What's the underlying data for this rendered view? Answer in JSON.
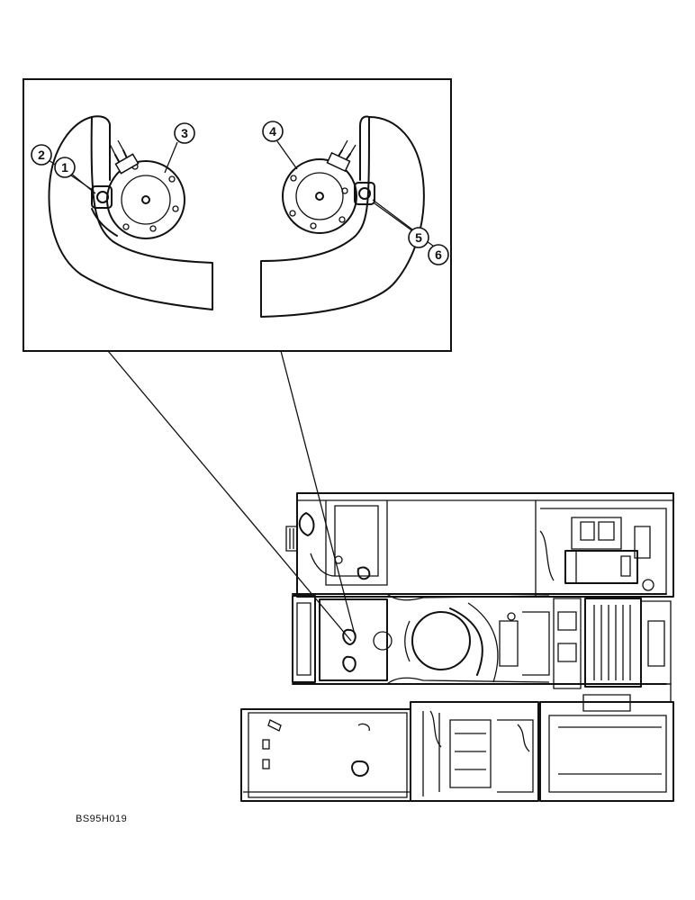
{
  "detail_callouts": [
    {
      "number": "1"
    },
    {
      "number": "2"
    },
    {
      "number": "3"
    },
    {
      "number": "4"
    },
    {
      "number": "5"
    },
    {
      "number": "6"
    }
  ],
  "drawing_id": "BS95H019"
}
